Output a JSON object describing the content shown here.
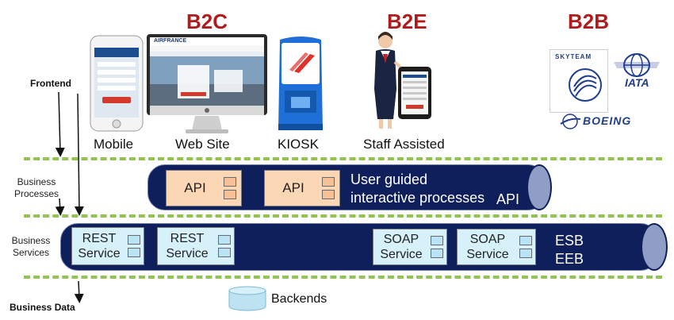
{
  "categories": {
    "b2c": "B2C",
    "b2e": "B2E",
    "b2b": "B2B"
  },
  "channels": {
    "mobile": "Mobile",
    "website": "Web Site",
    "kiosk": "KIOSK",
    "staff": "Staff Assisted"
  },
  "partners": {
    "skyteam": "SKYTEAM",
    "iata": "IATA",
    "boeing": "BOEING"
  },
  "site": {
    "brand": "AIRFRANCE"
  },
  "layers": {
    "frontend": "Frontend",
    "processes": "Business\nProcesses",
    "services": "Business\nServices",
    "data": "Business Data"
  },
  "api_pipe": {
    "components": [
      "API",
      "API"
    ],
    "text_line1": "User guided",
    "text_line2": "interactive processes",
    "text_tag": "API"
  },
  "service_pipe": {
    "components": [
      "REST\nService",
      "REST\nService",
      "SOAP\nService",
      "SOAP\nService"
    ],
    "tag1": "ESB",
    "tag2": "EEB"
  },
  "backends": "Backends",
  "colors": {
    "category": "#b01c1c",
    "pipe": "#0f1f5c",
    "dash": "#92c353",
    "api": "#fcd7b6",
    "service": "#d7f1fb"
  }
}
